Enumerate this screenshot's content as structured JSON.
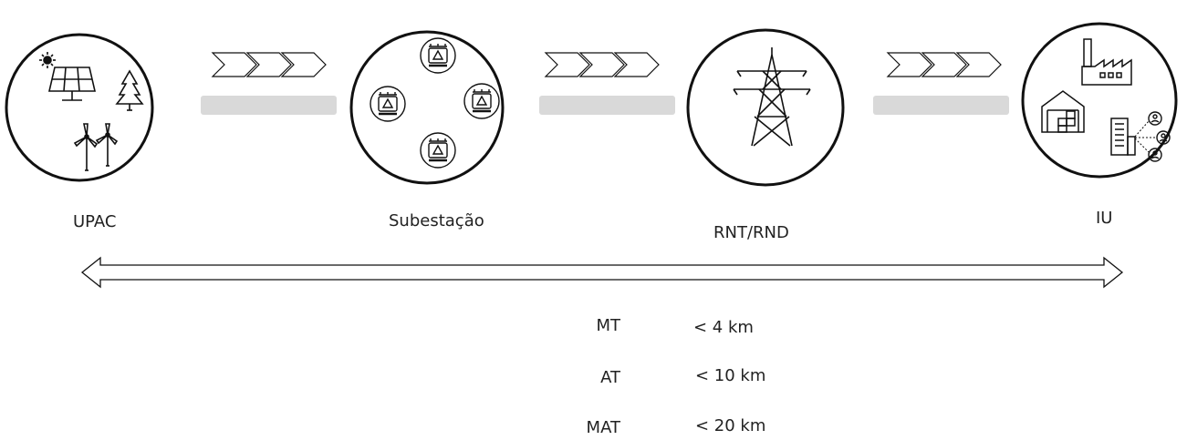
{
  "nodes": [
    {
      "id": "upac",
      "label": "UPAC"
    },
    {
      "id": "subestacao",
      "label": "Subestação"
    },
    {
      "id": "rnt-rnd",
      "label": "RNT/RND"
    },
    {
      "id": "iu",
      "label": "IU"
    }
  ],
  "distances": [
    {
      "level": "MT",
      "value": "< 4 km"
    },
    {
      "level": "AT",
      "value": "< 10 km"
    },
    {
      "level": "MAT",
      "value": "< 20 km"
    }
  ],
  "colors": {
    "stroke": "#1a1a1a",
    "connector_bar": "#d9d9d9"
  }
}
